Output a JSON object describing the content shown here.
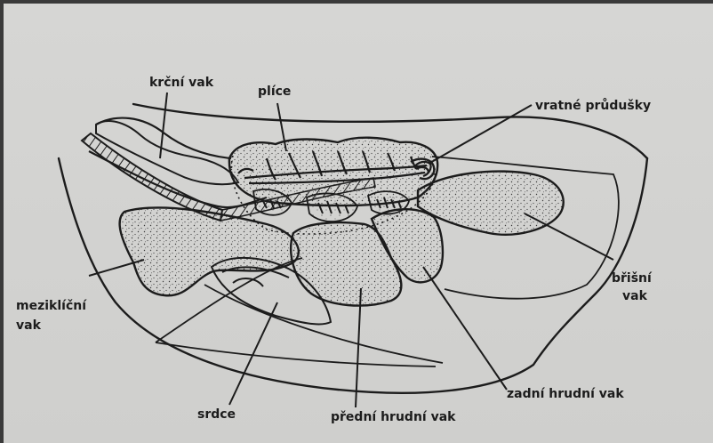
{
  "labels": {
    "krcni_vak": "krční vak",
    "plice": "plíce",
    "vratne_prudusky": "vratné průdušky",
    "brisni_vak_1": "břišní",
    "brisni_vak_2": "vak",
    "mezik_vak_1": "meziklíční",
    "mezik_vak_2": "vak",
    "zadni_hrudni_vak": "zadní hrudní vak",
    "srdce": "srdce",
    "predni_hrudni_vak": "přední hrudní vak"
  },
  "colors": {
    "paper": "#d4d4d2",
    "ink": "#1c1c1c",
    "stipple": "#3a3a3a"
  }
}
